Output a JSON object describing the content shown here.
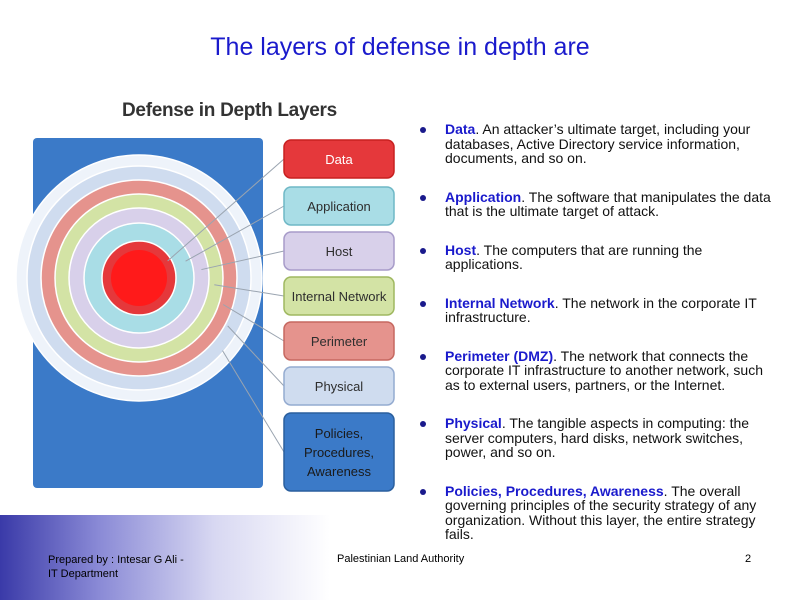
{
  "slide": {
    "title": "The layers of defense in depth are"
  },
  "diagram": {
    "title": "Defense in Depth Layers",
    "layers": [
      {
        "label": "Data",
        "fill": "#e5383b",
        "border": "#c82020",
        "text": "#ffffff"
      },
      {
        "label": "Application",
        "fill": "#a9dde6",
        "border": "#6fb8c6",
        "text": "#2e2e2e"
      },
      {
        "label": "Host",
        "fill": "#d8d0ea",
        "border": "#a79bc9",
        "text": "#2e2e2e"
      },
      {
        "label": "Internal Network",
        "fill": "#d3e3a5",
        "border": "#9fb860",
        "text": "#2e2e2e"
      },
      {
        "label": "Perimeter",
        "fill": "#e5938d",
        "border": "#c66860",
        "text": "#2e2e2e"
      },
      {
        "label": "Physical",
        "fill": "#cfdcef",
        "border": "#94abd0",
        "text": "#2e2e2e"
      },
      {
        "label": "Policies, Procedures, Awareness",
        "fill": "#3b7ac8",
        "border": "#2a5f9e",
        "text": "#1a1a1a"
      }
    ],
    "colors": {
      "outer_square": "#3b7ac8",
      "connector": "#9aa4b0"
    }
  },
  "bullets": [
    {
      "term": "Data",
      "desc": "An attacker’s ultimate target, including your databases, Active Directory service information, documents, and so on."
    },
    {
      "term": "Application",
      "desc": "The software that manipulates the data that is the ultimate target of attack."
    },
    {
      "term": "Host",
      "desc": "The computers that are running the applications."
    },
    {
      "term": "Internal Network",
      "desc": "The network in the corporate IT infrastructure."
    },
    {
      "term": "Perimeter (DMZ)",
      "desc": "The network that connects the corporate IT infrastructure to another network, such as to external users, partners, or the Internet."
    },
    {
      "term": "Physical",
      "desc": "The tangible aspects in computing: the server computers, hard disks, network switches, power, and so on."
    },
    {
      "term": "Policies, Procedures, Awareness",
      "desc": "The overall governing principles of the security strategy of any organization. Without this layer, the entire strategy fails."
    }
  ],
  "footer": {
    "left_line1": "Prepared by : Intesar G Ali -",
    "left_line2": "IT Department",
    "center": "Palestinian Land Authority",
    "page": "2"
  },
  "theme": {
    "title_color": "#1a1acc",
    "bullet_term_color": "#1a1acc"
  }
}
